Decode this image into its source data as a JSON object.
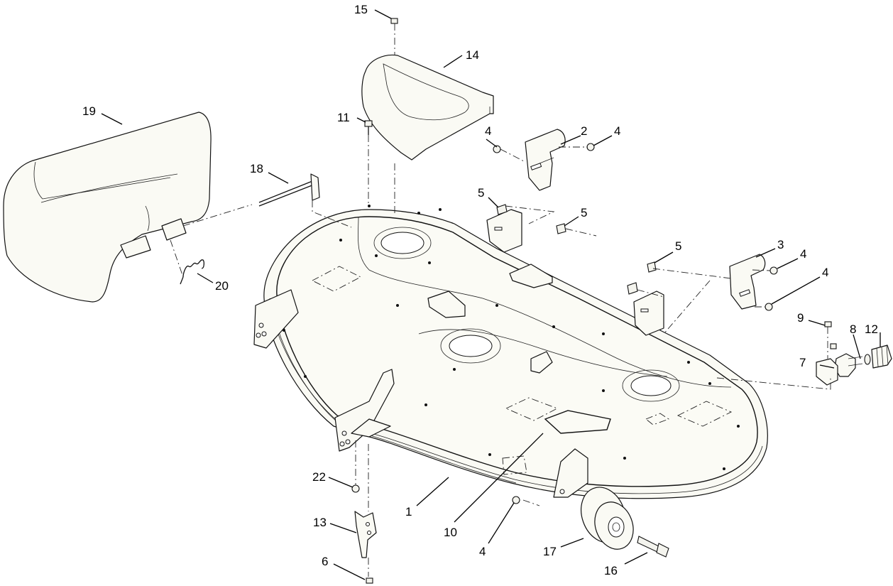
{
  "callouts": [
    {
      "id": "c1",
      "text": "1"
    },
    {
      "id": "c2",
      "text": "2"
    },
    {
      "id": "c3",
      "text": "3"
    },
    {
      "id": "c4a",
      "text": "4"
    },
    {
      "id": "c4b",
      "text": "4"
    },
    {
      "id": "c4c",
      "text": "4"
    },
    {
      "id": "c4d",
      "text": "4"
    },
    {
      "id": "c4e",
      "text": "4"
    },
    {
      "id": "c5a",
      "text": "5"
    },
    {
      "id": "c5b",
      "text": "5"
    },
    {
      "id": "c5c",
      "text": "5"
    },
    {
      "id": "c6",
      "text": "6"
    },
    {
      "id": "c7",
      "text": "7"
    },
    {
      "id": "c8",
      "text": "8"
    },
    {
      "id": "c9",
      "text": "9"
    },
    {
      "id": "c10",
      "text": "10"
    },
    {
      "id": "c11",
      "text": "11"
    },
    {
      "id": "c12",
      "text": "12"
    },
    {
      "id": "c13",
      "text": "13"
    },
    {
      "id": "c14",
      "text": "14"
    },
    {
      "id": "c15",
      "text": "15"
    },
    {
      "id": "c16",
      "text": "16"
    },
    {
      "id": "c17",
      "text": "17"
    },
    {
      "id": "c18",
      "text": "18"
    },
    {
      "id": "c19",
      "text": "19"
    },
    {
      "id": "c20",
      "text": "20"
    },
    {
      "id": "c22",
      "text": "22"
    }
  ]
}
